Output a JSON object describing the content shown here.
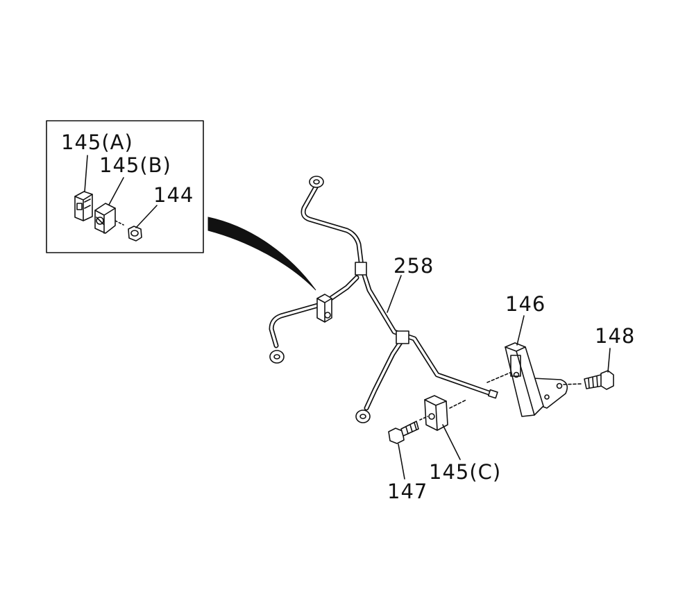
{
  "callouts": {
    "inset_145A": "145(A)",
    "inset_145B": "145(B)",
    "inset_144": "144",
    "pipe_258": "258",
    "bracket_146": "146",
    "bolt_148": "148",
    "clip_145C": "145(C)",
    "bolt_147": "147"
  },
  "colors": {
    "line": "#111111",
    "background": "#ffffff"
  }
}
